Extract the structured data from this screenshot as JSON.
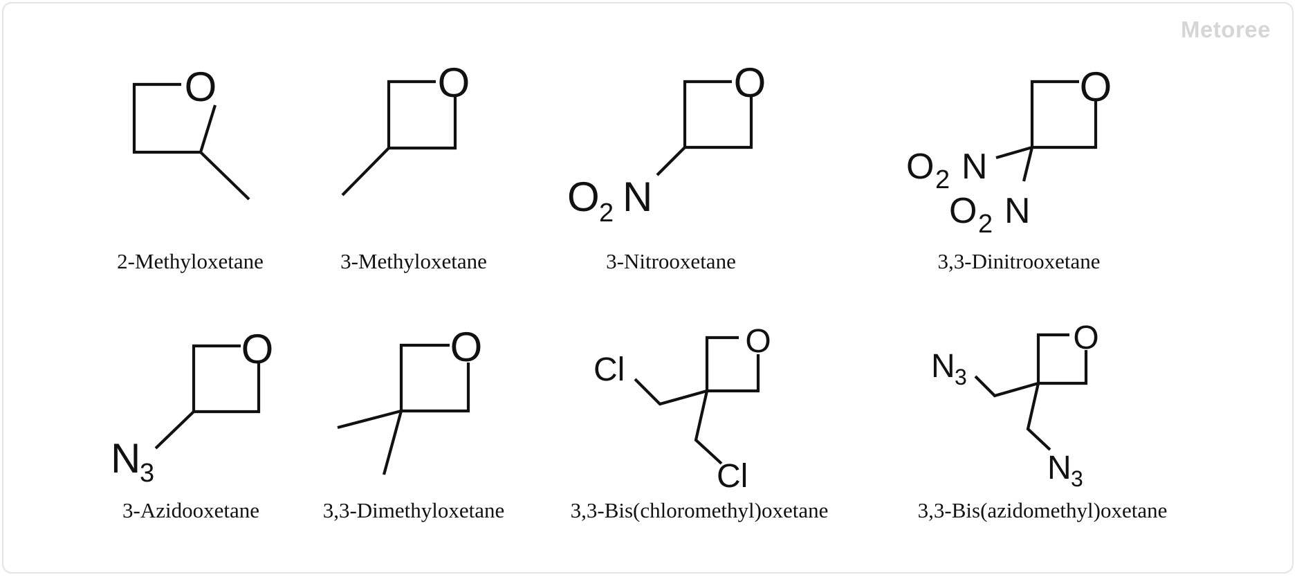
{
  "watermark": "Metoree",
  "compounds": [
    {
      "name": "2-Methyloxetane"
    },
    {
      "name": "3-Methyloxetane"
    },
    {
      "name": "3-Nitrooxetane"
    },
    {
      "name": "3,3-Dinitrooxetane"
    },
    {
      "name": "3-Azidooxetane"
    },
    {
      "name": "3,3-Dimethyloxetane"
    },
    {
      "name": "3,3-Bis(chloromethyl)oxetane"
    },
    {
      "name": "3,3-Bis(azidomethyl)oxetane"
    }
  ],
  "atom_labels": {
    "oxygen": "O",
    "nitrogen": "N",
    "chlorine": "Cl",
    "subscript_2": "2",
    "subscript_3": "3"
  }
}
